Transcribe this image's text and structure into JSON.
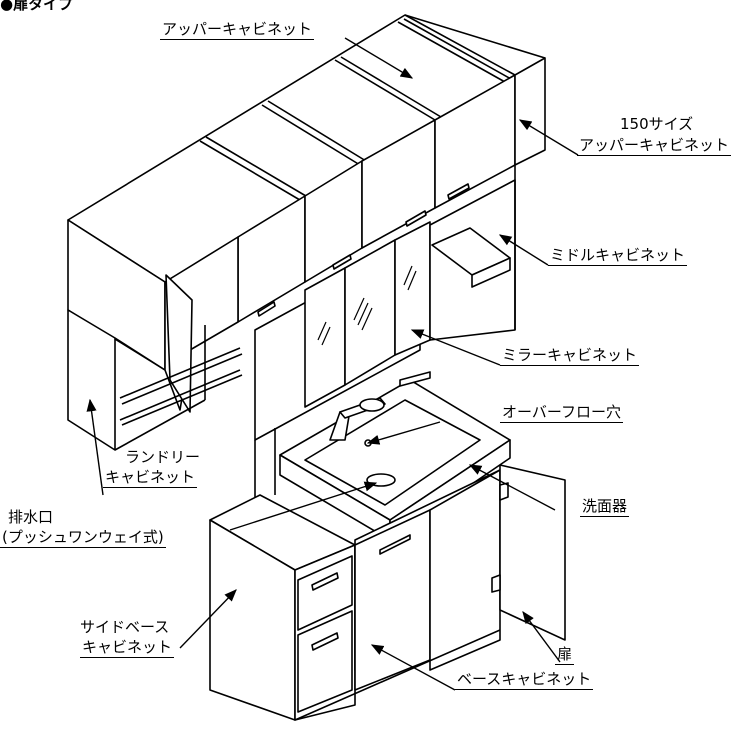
{
  "title": "●扉タイプ",
  "labels": {
    "upper_cabinet": "アッパーキャビネット",
    "size150_line1": "150サイズ",
    "size150_line2": "アッパーキャビネット",
    "middle_cabinet": "ミドルキャビネット",
    "mirror_cabinet": "ミラーキャビネット",
    "overflow_hole": "オーバーフロー穴",
    "laundry_line1": "ランドリー",
    "laundry_line2": "キャビネット",
    "basin": "洗面器",
    "drain_line1": "排水口",
    "drain_line2": "(プッシュワンウェイ式)",
    "side_base_line1": "サイドベース",
    "side_base_line2": "キャビネット",
    "door": "扉",
    "base_cabinet": "ベースキャビネット"
  },
  "icons": {
    "arrow": "arrow-icon"
  }
}
